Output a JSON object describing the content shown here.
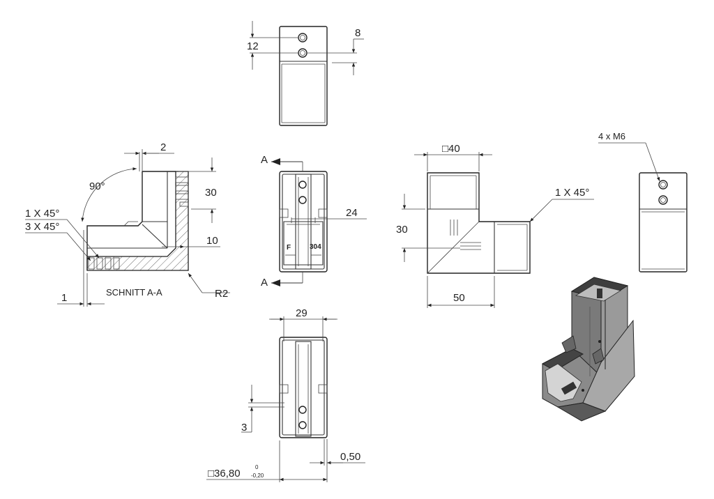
{
  "top_view": {
    "dim_hole_offset": "12",
    "dim_hole_pitch": "8"
  },
  "section_view": {
    "dim_wall": "2",
    "angle": "90°",
    "chamfer_1": "1 X 45°",
    "chamfer_2": "3 X 45°",
    "dim_height": "30",
    "dim_step": "10",
    "dim_offset": "1",
    "radius": "R2",
    "caption": "SCHNITT A-A"
  },
  "front_view": {
    "section_label_top": "A",
    "section_label_bottom": "A",
    "dim_width": "24",
    "mark_letter": "F",
    "mark_material": "304"
  },
  "side_view": {
    "dim_square": "□40",
    "chamfer": "1 X 45°",
    "dim_height": "30",
    "dim_length": "50"
  },
  "right_view": {
    "thread_callout": "4 x M6"
  },
  "bottom_view": {
    "dim_inner": "29",
    "dim_step": "3",
    "dim_wall": "0,50",
    "dim_square": "□36,80",
    "tol_upper": "0",
    "tol_lower": "-0,20"
  },
  "colors": {
    "line": "#333333",
    "shade_dark": "#555555",
    "shade_mid": "#8a8a8a",
    "shade_light": "#c8c8c8"
  }
}
